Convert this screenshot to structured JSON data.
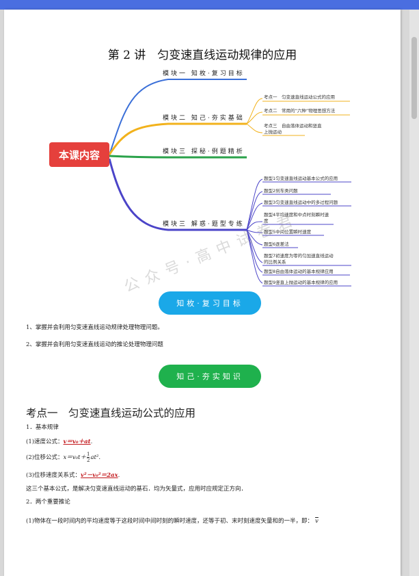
{
  "document": {
    "title": "第 2 讲　匀变速直线运动规律的应用"
  },
  "mindmap": {
    "center": "本课内容",
    "branches": [
      {
        "label": "模块一 知枚·复习目标",
        "color": "#3a6fd8"
      },
      {
        "label": "模块二 知己·夯实基础",
        "color": "#f2b21c",
        "items": [
          "考点一　匀变速直线运动公式的应用",
          "考点二　常用的“六种”物理思想方法",
          "考点三　自由落体运动和竖直",
          "上抛运动"
        ]
      },
      {
        "label": "模块三 探秘·例题精析",
        "color": "#2aa24a"
      },
      {
        "label": "模块三 解惑·题型专练",
        "color": "#4b44c8",
        "items": [
          "题型1匀变速直线运动基本公式的应用",
          "题型2刹车类问题",
          "题型3匀变速直线运动中的多过程问题",
          "题型4平均速度和中点时刻瞬时速",
          "度",
          "题型5中间位置瞬时速度",
          "题型6逐差法",
          "题型7初速度为零的匀加速直线运动",
          "的比例关系",
          "题型8自由落体运动的基本规律应用",
          "题型9竖直上抛运动的基本规律的应用"
        ]
      }
    ]
  },
  "watermark": "公众号·高中试卷君",
  "pills": {
    "review": "知枚·复习目标",
    "basics": "知己·夯实知识"
  },
  "objectives": [
    "1、掌握并会利用匀变速直线运动规律处理物理问题。",
    "2、掌握并会利用匀变速直线运动的推论处理物理问题"
  ],
  "section": {
    "heading": "考点一　匀变速直线运动公式的应用",
    "sub1": "1．基本规律",
    "speed_prefix": "(1)速度公式：",
    "speed_formula": "v＝v₀＋at",
    "disp_prefix": "(2)位移公式：",
    "disp_formula": "x＝v₀t＋",
    "frac_num": "1",
    "frac_den": "2",
    "disp_tail": "at².",
    "vd_prefix": "(3)位移速度关系式：",
    "vd_formula": "v²－v₀²＝2ax",
    "note": "这三个基本公式，是解决匀变速直线运动的基石．均为矢量式，应用时应规定正方向．",
    "sub2": "2．两个重要推论",
    "inference": "(1)物体在一段时间内的平均速度等于这段时间中间时刻的瞬时速度，还等于初、末时刻速度矢量和的一半，即：",
    "vbar": "v"
  }
}
